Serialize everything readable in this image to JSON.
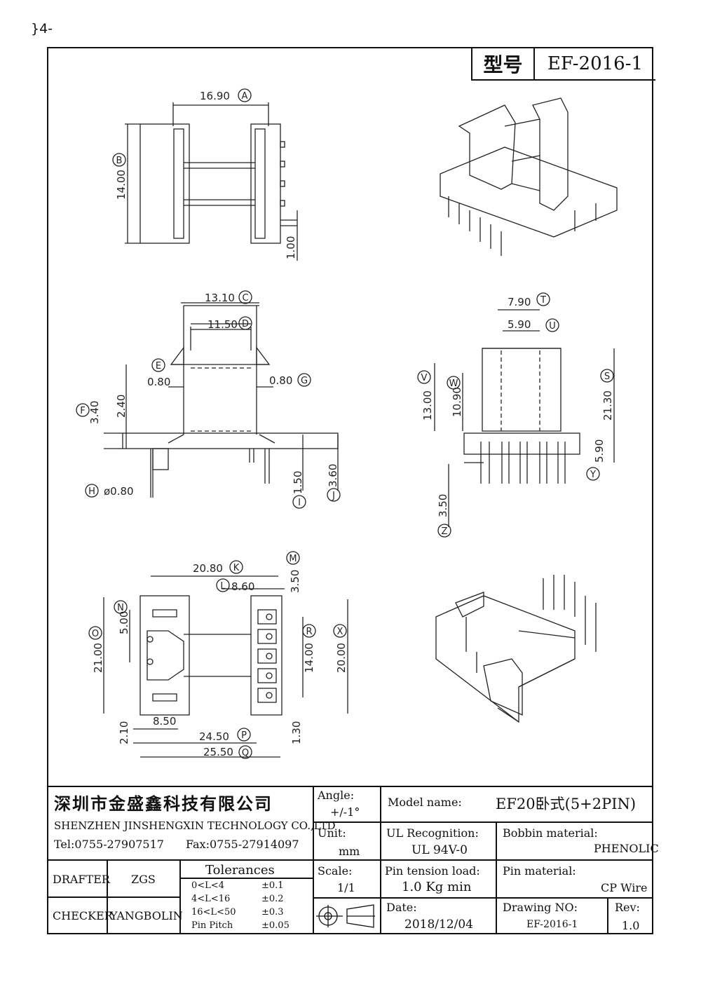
{
  "page_label": "}4-",
  "model_box": {
    "label": "型号",
    "value": "EF-2016-1"
  },
  "dimensions": {
    "top_view": {
      "A": "16.90",
      "B": "14.00",
      "pin": "1.00"
    },
    "front_view": {
      "C": "13.10",
      "D": "11.50",
      "E": "0.80",
      "G": "0.80",
      "F": "3.40",
      "F2": "2.40",
      "H": "ø0.80",
      "I": "1.50",
      "J": "3.60"
    },
    "side_view": {
      "T": "7.90",
      "U": "5.90",
      "V": "13.00",
      "W": "10.90",
      "S": "21.30",
      "Y": "5.90",
      "Z": "3.50"
    },
    "bottom_view": {
      "K": "20.80",
      "L": "8.60",
      "M": "3.50",
      "N": "5.00",
      "O": "21.00",
      "R": "14.00",
      "X": "20.00",
      "n1": "2.10",
      "n2": "8.50",
      "P": "24.50",
      "Q": "25.50",
      "n3": "1.30"
    }
  },
  "markers": {
    "A": "A",
    "B": "B",
    "C": "C",
    "D": "D",
    "E": "E",
    "F": "F",
    "G": "G",
    "H": "H",
    "I": "I",
    "J": "J",
    "K": "K",
    "L": "L",
    "M": "M",
    "N": "N",
    "O": "O",
    "P": "P",
    "Q": "Q",
    "R": "R",
    "S": "S",
    "T": "T",
    "U": "U",
    "V": "V",
    "W": "W",
    "X": "X",
    "Y": "Y",
    "Z": "Z"
  },
  "title_block": {
    "company_cn": "深圳市金盛鑫科技有限公司",
    "company_en": "SHENZHEN JINSHENGXIN TECHNOLOGY CO.,LTD",
    "tel": "Tel:0755-27907517",
    "fax": "Fax:0755-27914097",
    "angle_label": "Angle:",
    "angle_value": "+/-1°",
    "model_name_label": "Model name:",
    "model_name_value": "EF20卧式(5+2PIN)",
    "unit_label": "Unit:",
    "unit_value": "mm",
    "ul_label": "UL Recognition:",
    "ul_value": "UL 94V-0",
    "bobbin_label": "Bobbin material:",
    "bobbin_value": "PHENOLIC",
    "drafter_label": "DRAFTER",
    "drafter_value": "ZGS",
    "checker_label": "CHECKER",
    "checker_value": "YANGBOLIN",
    "tolerances_label": "Tolerances",
    "tolerances": [
      {
        "range": "0<L<4",
        "tol": "±0.1"
      },
      {
        "range": "4<L<16",
        "tol": "±0.2"
      },
      {
        "range": "16<L<50",
        "tol": "±0.3"
      },
      {
        "range": "Pin Pitch",
        "tol": "±0.05"
      }
    ],
    "scale_label": "Scale:",
    "scale_value": "1/1",
    "pin_tension_label": "Pin tension load:",
    "pin_tension_value": "1.0 Kg min",
    "pin_material_label": "Pin material:",
    "pin_material_value": "CP Wire",
    "date_label": "Date:",
    "date_value": "2018/12/04",
    "drawing_no_label": "Drawing NO:",
    "drawing_no_value": "EF-2016-1",
    "rev_label": "Rev:",
    "rev_value": "1.0"
  }
}
